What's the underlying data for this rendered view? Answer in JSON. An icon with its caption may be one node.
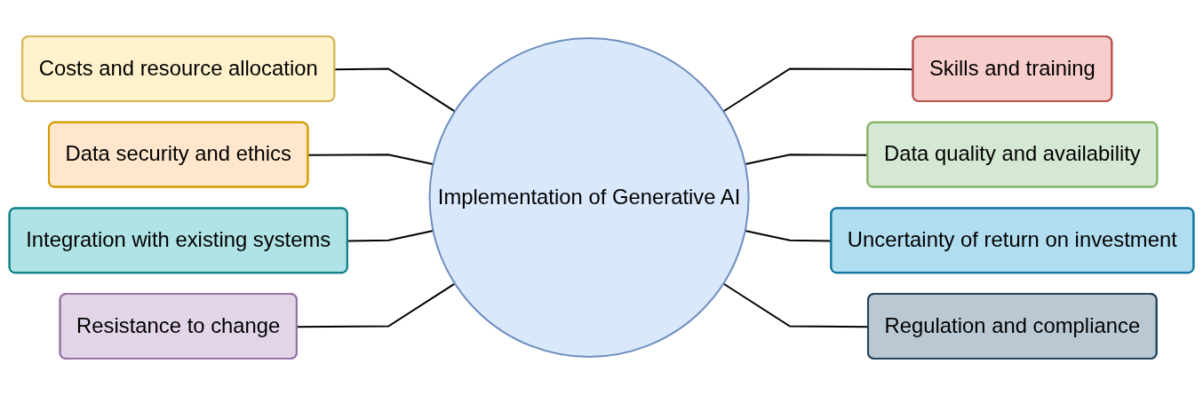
{
  "diagram": {
    "nodes": [
      {
        "text": [
          "Implementation of Generative AI"
        ]
      },
      {
        "text": [
          "Skills and training"
        ]
      },
      {
        "text": [
          "Data quality and availability"
        ]
      },
      {
        "text": [
          "Uncertainty of return on investment"
        ]
      },
      {
        "text": [
          "Regulation and compliance"
        ]
      },
      {
        "text": [
          "Costs and resource allocation"
        ]
      },
      {
        "text": [
          "Data security and ethics"
        ]
      },
      {
        "text": [
          "Integration with existing systems"
        ]
      },
      {
        "text": [
          "Resistance to change"
        ]
      }
    ],
    "edges": [
      {
        "from": 0,
        "to": 1,
        "arrow": "none"
      },
      {
        "from": 0,
        "to": 2,
        "arrow": "none"
      },
      {
        "from": 0,
        "to": 3,
        "arrow": "none"
      },
      {
        "from": 0,
        "to": 4,
        "arrow": "none"
      },
      {
        "from": 0,
        "to": 5,
        "arrow": "none"
      },
      {
        "from": 0,
        "to": 6,
        "arrow": "none"
      },
      {
        "from": 0,
        "to": 7,
        "arrow": "none"
      },
      {
        "from": 0,
        "to": 8,
        "arrow": "none"
      }
    ]
  }
}
